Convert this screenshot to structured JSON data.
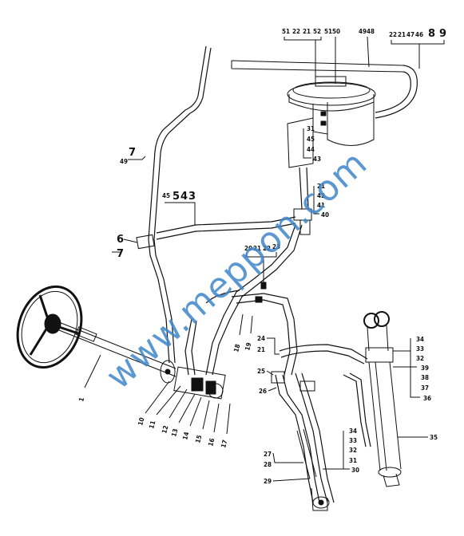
{
  "watermark": "www.meppon.com",
  "labels": {
    "top_group_1": [
      "51",
      "22",
      "21",
      "52",
      "51",
      "50"
    ],
    "top_group_2": [
      "49",
      "48"
    ],
    "top_group_3": [
      "22",
      "21",
      "47",
      "46",
      "8",
      "9"
    ],
    "left_49_7": "49",
    "left_7": "7",
    "mid_5_4_3": [
      "45",
      "5",
      "4",
      "3"
    ],
    "left_6": "6",
    "left_7b": "7",
    "pump_stack": [
      "31",
      "45",
      "44",
      "43"
    ],
    "valve_stack": [
      "21",
      "42",
      "41",
      "40"
    ],
    "center_group": [
      "20",
      "21",
      "22",
      "23"
    ],
    "center_18": "18",
    "center_19": "19",
    "right_24_21": [
      "24",
      "21"
    ],
    "right_25": "25",
    "right_26": "26",
    "cylinder_stack": [
      "34",
      "33",
      "32",
      "39",
      "38",
      "37",
      "36"
    ],
    "cylinder_35": "35",
    "lower_stack": [
      "34",
      "33",
      "32",
      "31",
      "30"
    ],
    "lower_27_28": [
      "27",
      "28"
    ],
    "lower_29": "29",
    "steering_1": "1",
    "bottom_series": [
      "10",
      "11",
      "12",
      "13",
      "14",
      "15",
      "16",
      "17"
    ]
  }
}
